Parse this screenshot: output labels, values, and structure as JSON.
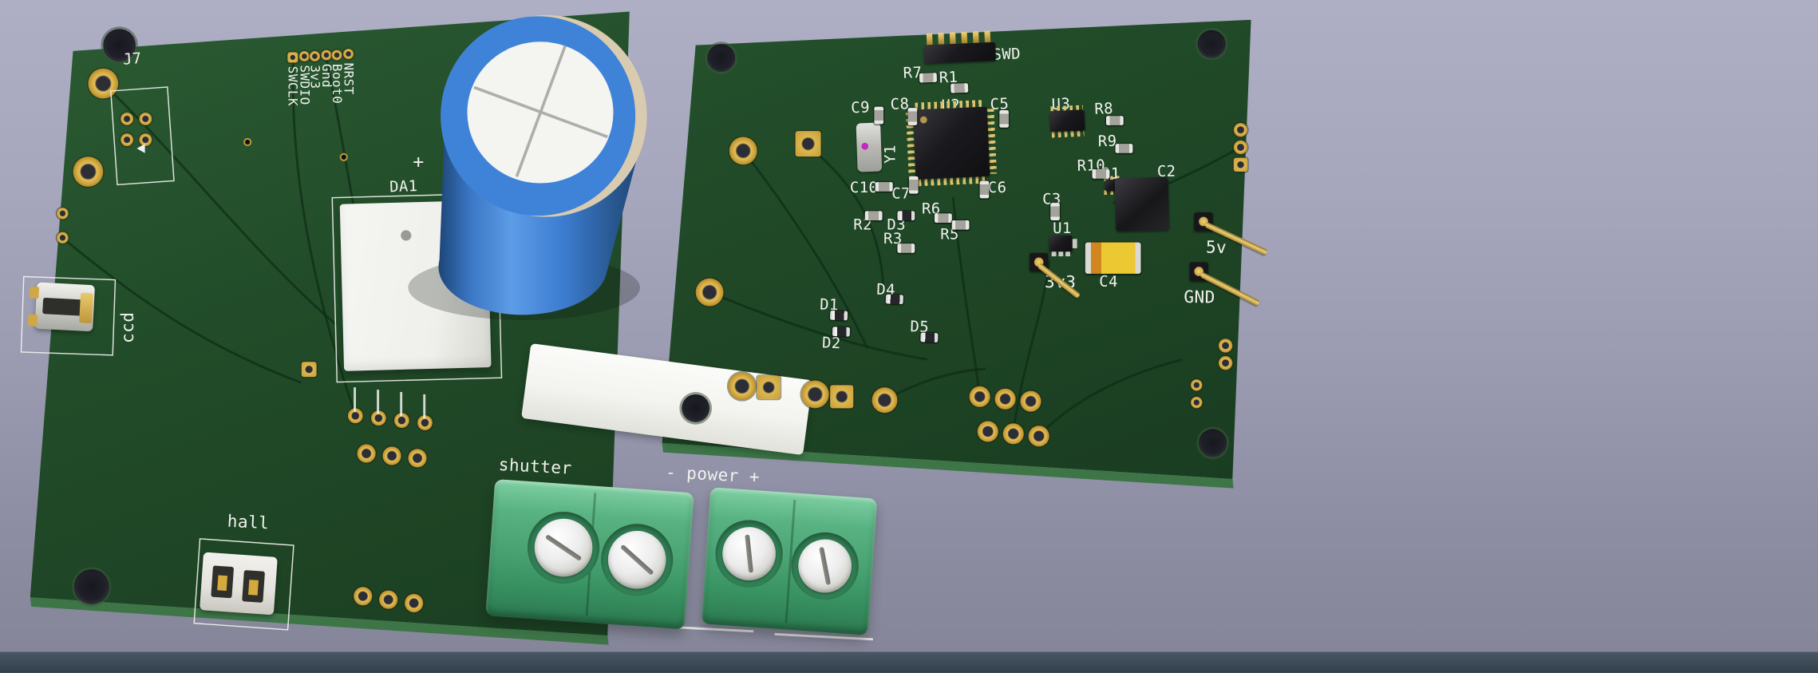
{
  "scene": {
    "description": "3D render of a PCB, front and back views side by side"
  },
  "left_board": {
    "refs": {
      "J7": "J7",
      "DA1": "DA1"
    },
    "header_labels": [
      "SWCLK",
      "SWDIO",
      "3v3",
      "Gnd",
      "Boot0",
      "NRST"
    ],
    "silk": {
      "plus": "+",
      "shutter": "shutter",
      "power": "- power +",
      "ccd": "ccd",
      "hall": "hall"
    }
  },
  "right_board": {
    "refs": {
      "SWD": "SWD",
      "R7": "R7",
      "R1": "R1",
      "C9": "C9",
      "C8": "C8",
      "U2": "U2",
      "C5": "C5",
      "U3": "U3",
      "R8": "R8",
      "R9": "R9",
      "Y1": "Y1",
      "R10": "R10",
      "Q1": "Q1",
      "C2": "C2",
      "C10": "C10",
      "C7": "C7",
      "C6": "C6",
      "C3": "C3",
      "U1": "U1",
      "R2": "R2",
      "D3": "D3",
      "R3": "R3",
      "R6": "R6",
      "R5": "R5",
      "C4": "C4",
      "D1": "D1",
      "D4": "D4",
      "D2": "D2",
      "D5": "D5"
    },
    "power": {
      "v5": "5v",
      "v33": "3v3",
      "gnd": "GND"
    }
  },
  "colors": {
    "board_green": "#1e4424",
    "silkscreen": "#f2f2ee",
    "pad_gold": "#c89b33",
    "capacitor_blue": "#3e83d8",
    "terminal_green": "#46a06f",
    "tantalum_yellow": "#ecc832",
    "background": "#9a9ab0",
    "bottom_bar": "#3a4754"
  }
}
